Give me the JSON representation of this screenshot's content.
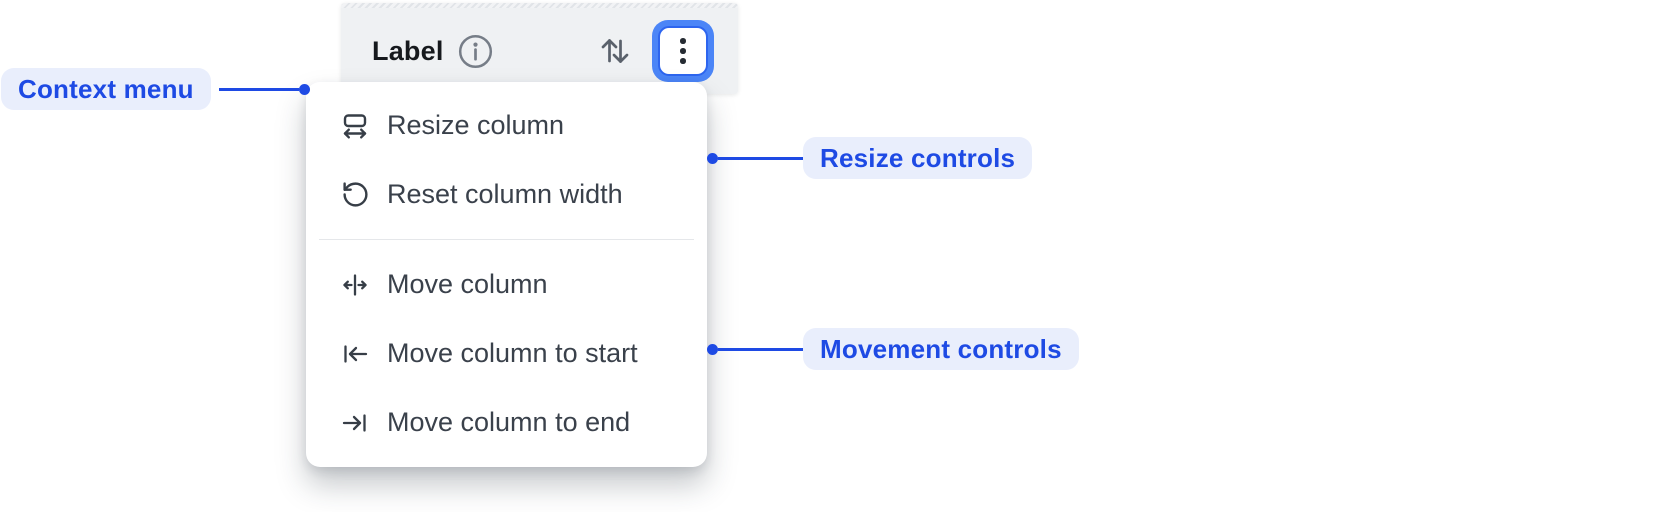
{
  "header": {
    "label": "Label",
    "info_icon": "info-icon",
    "sort_icon": "sort-arrows-icon",
    "menu_button_icon": "kebab-menu-icon"
  },
  "context_menu": {
    "resize_group": {
      "items": [
        {
          "icon": "resize-column-icon",
          "label": "Resize column"
        },
        {
          "icon": "reset-column-width-icon",
          "label": "Reset column width"
        }
      ]
    },
    "movement_group": {
      "items": [
        {
          "icon": "move-column-icon",
          "label": "Move column"
        },
        {
          "icon": "move-column-to-start-icon",
          "label": "Move column to start"
        },
        {
          "icon": "move-column-to-end-icon",
          "label": "Move column to end"
        }
      ]
    }
  },
  "annotations": {
    "context_menu": {
      "label": "Context menu"
    },
    "resize_controls": {
      "label": "Resize controls"
    },
    "movement_controls": {
      "label": "Movement controls"
    }
  },
  "colors": {
    "accent_blue": "#1e4ae4",
    "annotation_pill_bg": "#e9eefc",
    "focus_ring_blue": "#4b85f7",
    "focus_ring_inner_blue": "#2d65ef",
    "header_bg": "#eff1f3",
    "menu_bg": "#ffffff",
    "menu_text": "#3a414b",
    "icon_dark": "#373e47",
    "divider": "#e5e7ea"
  }
}
